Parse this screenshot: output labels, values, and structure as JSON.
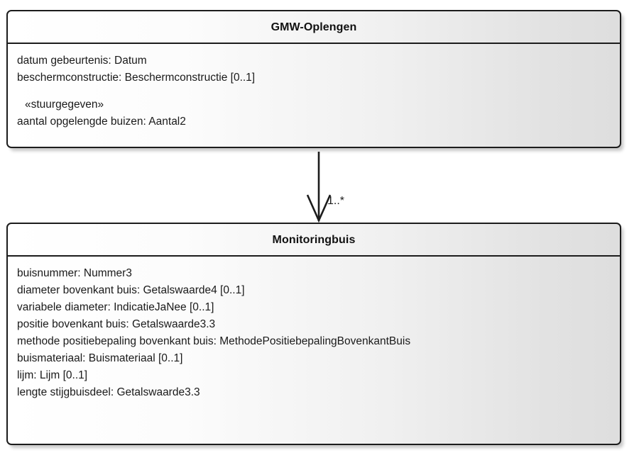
{
  "diagram": {
    "type": "uml-class-diagram",
    "background_color": "#ffffff",
    "line_color": "#1c1c1c",
    "text_color": "#1a1a1a",
    "classes": [
      {
        "id": "gmw-oplengen",
        "name": "GMW-Oplengen",
        "attributes": [
          {
            "text": "datum gebeurtenis: Datum",
            "stereotype": false
          },
          {
            "text": "beschermconstructie: Beschermconstructie [0..1]",
            "stereotype": false
          },
          {
            "text": "«stuurgegeven»",
            "stereotype": true
          },
          {
            "text": "aantal opgelengde buizen: Aantal2",
            "stereotype": false
          }
        ]
      },
      {
        "id": "monitoringbuis",
        "name": "Monitoringbuis",
        "attributes": [
          {
            "text": "buisnummer: Nummer3",
            "stereotype": false
          },
          {
            "text": "diameter bovenkant buis: Getalswaarde4 [0..1]",
            "stereotype": false
          },
          {
            "text": "variabele diameter: IndicatieJaNee [0..1]",
            "stereotype": false
          },
          {
            "text": "positie bovenkant buis: Getalswaarde3.3",
            "stereotype": false
          },
          {
            "text": "methode positiebepaling bovenkant buis: MethodePositiebepalingBovenkantBuis",
            "stereotype": false
          },
          {
            "text": "buismateriaal: Buismateriaal [0..1]",
            "stereotype": false
          },
          {
            "text": "lijm: Lijm [0..1]",
            "stereotype": false
          },
          {
            "text": "lengte stijgbuisdeel: Getalswaarde3.3",
            "stereotype": false
          }
        ]
      }
    ],
    "associations": [
      {
        "id": "gmw-oplengen-to-monitoringbuis",
        "from": "gmw-oplengen",
        "to": "monitoringbuis",
        "arrow_style": "open-arrow",
        "target_multiplicity": "1..*"
      }
    ]
  }
}
